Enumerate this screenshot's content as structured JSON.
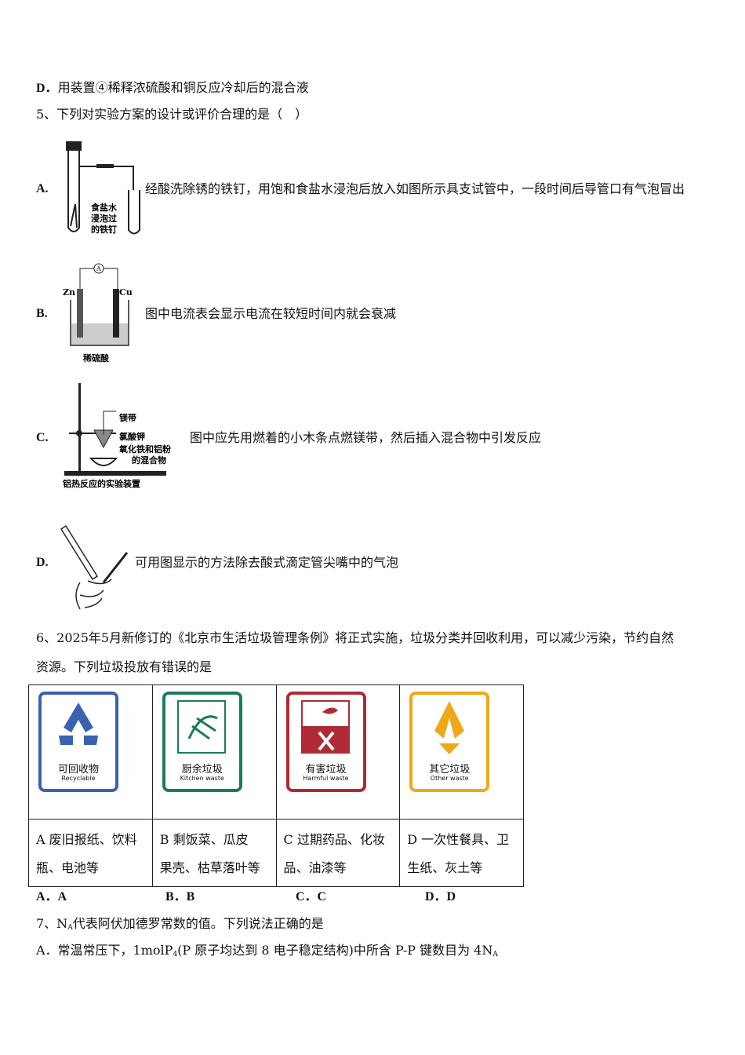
{
  "q4d": {
    "label": "D．",
    "text": "用装置④稀释浓硫酸和铜反应冷却后的混合液"
  },
  "q5": {
    "stem": "5、下列对实验方案的设计或评价合理的是（　）",
    "options": [
      {
        "label": "A.",
        "text": "经酸洗除锈的铁钉，用饱和食盐水浸泡后放入如图所示具支试管中，一段时间后导管口有气泡冒出",
        "fig_labels": [
          "食盐水",
          "浸泡过",
          "的铁钉"
        ]
      },
      {
        "label": "B.",
        "text": "图中电流表会显示电流在较短时间内就会衰减",
        "fig_labels": [
          "A",
          "Zn",
          "Cu",
          "稀硫酸"
        ]
      },
      {
        "label": "C.",
        "text": "图中应先用燃着的小木条点燃镁带，然后插入混合物中引发反应",
        "fig_labels": [
          "镁带",
          "氯酸钾",
          "氧化铁和铝粉",
          "的混合物",
          "铝热反应的实验装置"
        ]
      },
      {
        "label": "D.",
        "text": "可用图显示的方法除去酸式滴定管尖嘴中的气泡"
      }
    ]
  },
  "q6": {
    "stem1": "6、2025年5月新修订的《北京市生活垃圾管理条例》将正式实施，垃圾分类并回收利用，可以减少污染，节约自然",
    "stem2": "资源。下列垃圾投放有错误的是",
    "signs": [
      {
        "cn": "可回收物",
        "en": "Recyclable",
        "color": "#3b62b0",
        "line1": "A 废旧报纸、饮料",
        "line2": "瓶、电池等"
      },
      {
        "cn": "厨余垃圾",
        "en": "Kitchen waste",
        "color": "#1d7a5a",
        "line1": "B 剩饭菜、瓜皮",
        "line2": "果壳、枯草落叶等"
      },
      {
        "cn": "有害垃圾",
        "en": "Harmful waste",
        "color": "#b02a35",
        "line1": "C 过期药品、化妆",
        "line2": "品、油漆等"
      },
      {
        "cn": "其它垃圾",
        "en": "Other waste",
        "color": "#f0a818",
        "line1": "D 一次性餐具、卫",
        "line2": "生纸、灰土等"
      }
    ],
    "answers": [
      "A．A",
      "B．B",
      "C．C",
      "D．D"
    ]
  },
  "q7": {
    "stem_pre": "7、N",
    "stem_sub": "A",
    "stem_post": "代表阿伏加德罗常数的值。下列说法正确的是",
    "a_pre": "A．常温常压下，1molP",
    "a_sub1": "4",
    "a_mid": "(P 原子均达到 8 电子稳定结构)中所含 P-P 键数目为 4N",
    "a_sub2": "A"
  }
}
